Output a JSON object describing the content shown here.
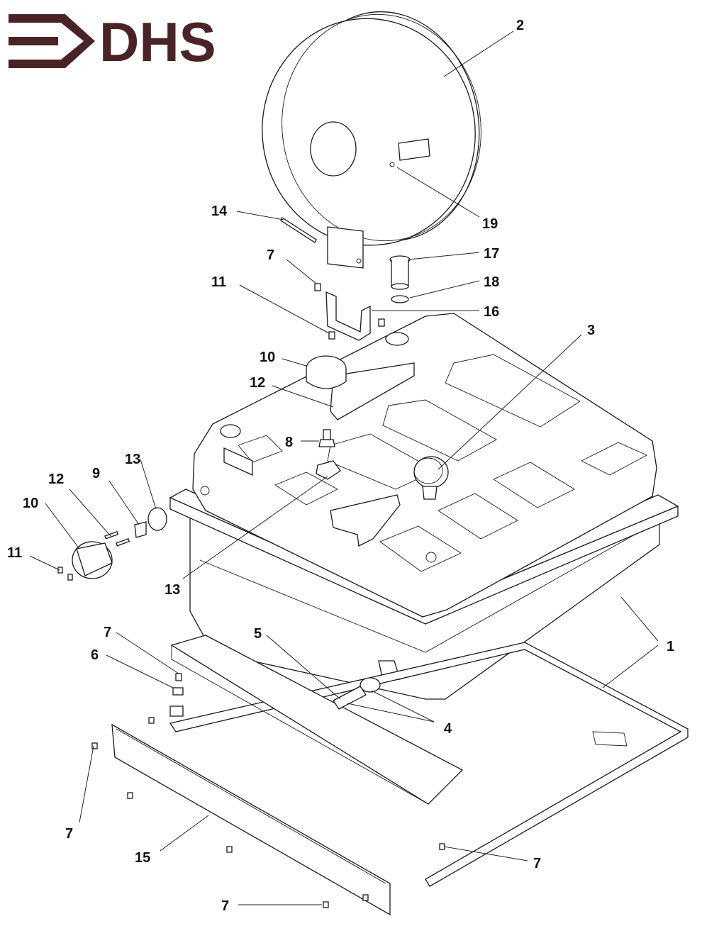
{
  "logo": {
    "text": "DHS",
    "color": "#4a2326"
  },
  "callouts": [
    {
      "label": "2"
    },
    {
      "label": "19"
    },
    {
      "label": "14"
    },
    {
      "label": "17"
    },
    {
      "label": "7"
    },
    {
      "label": "18"
    },
    {
      "label": "11"
    },
    {
      "label": "16"
    },
    {
      "label": "3"
    },
    {
      "label": "10"
    },
    {
      "label": "12"
    },
    {
      "label": "8"
    },
    {
      "label": "13"
    },
    {
      "label": "12"
    },
    {
      "label": "9"
    },
    {
      "label": "10"
    },
    {
      "label": "11"
    },
    {
      "label": "13"
    },
    {
      "label": "1"
    },
    {
      "label": "7"
    },
    {
      "label": "5"
    },
    {
      "label": "6"
    },
    {
      "label": "4"
    },
    {
      "label": "7"
    },
    {
      "label": "15"
    },
    {
      "label": "7"
    },
    {
      "label": "7"
    }
  ]
}
